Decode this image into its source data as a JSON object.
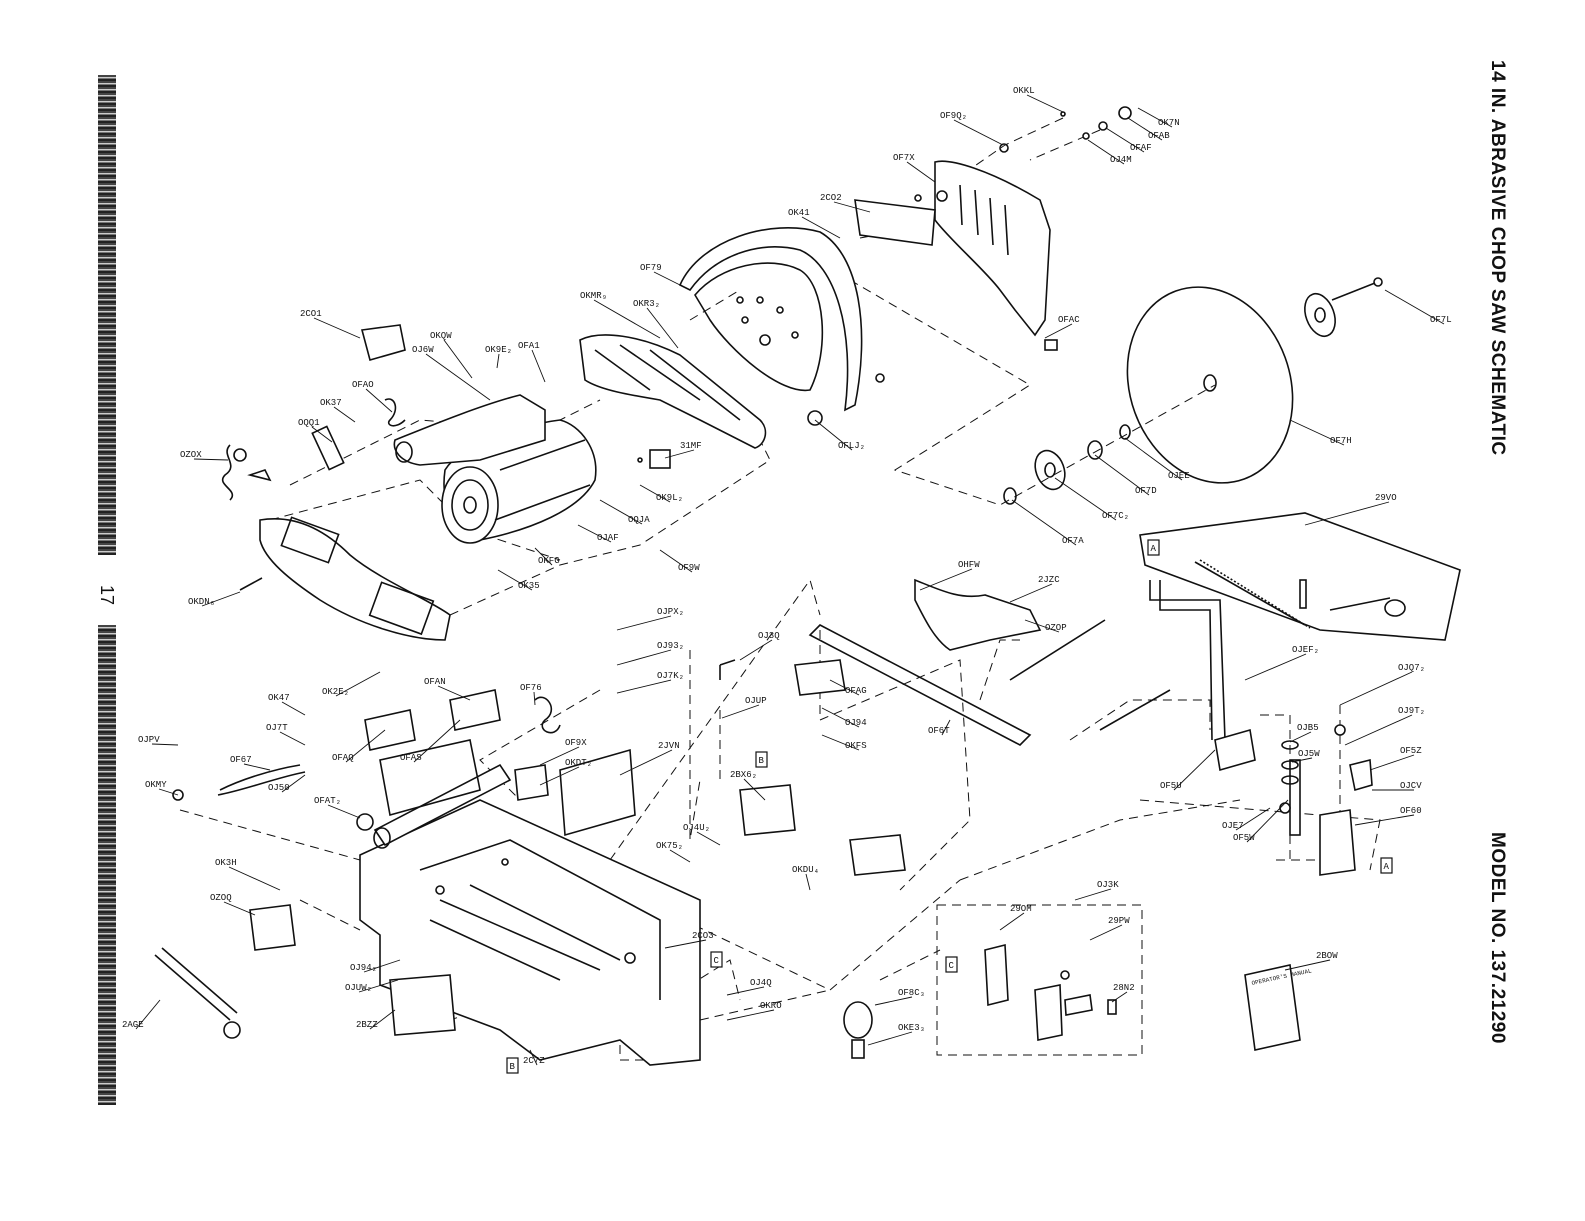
{
  "header": {
    "title": "14 IN. ABRASIVE CHOP SAW SCHEMATIC",
    "model": "MODEL NO. 137.21290"
  },
  "page_number": "17",
  "manual_text": "OPERATOR'S MANUAL",
  "labels": [
    {
      "id": "OKKL",
      "text": "OKKL"
    },
    {
      "id": "OK7N",
      "text": "OK7N"
    },
    {
      "id": "OF9Q",
      "text": "OF9Q₂"
    },
    {
      "id": "OFAB",
      "text": "OFAB"
    },
    {
      "id": "OFAF",
      "text": "OFAF"
    },
    {
      "id": "OJ4M",
      "text": "OJ4M"
    },
    {
      "id": "OF7X",
      "text": "OF7X"
    },
    {
      "id": "2CO2",
      "text": "2CO2"
    },
    {
      "id": "OK41",
      "text": "OK41"
    },
    {
      "id": "OF79",
      "text": "OF79"
    },
    {
      "id": "OKMR",
      "text": "OKMR₉"
    },
    {
      "id": "OKR3",
      "text": "OKR3₂"
    },
    {
      "id": "OFAC",
      "text": "OFAC"
    },
    {
      "id": "OF7L",
      "text": "OF7L"
    },
    {
      "id": "2CO1",
      "text": "2CO1"
    },
    {
      "id": "OKQW",
      "text": "OKQW"
    },
    {
      "id": "OJ6W",
      "text": "OJ6W"
    },
    {
      "id": "OK9E",
      "text": "OK9E₂"
    },
    {
      "id": "OFA1",
      "text": "OFA1"
    },
    {
      "id": "OFAO",
      "text": "OFAO"
    },
    {
      "id": "OK37",
      "text": "OK37"
    },
    {
      "id": "OQQ1",
      "text": "OQQ1"
    },
    {
      "id": "OZOX",
      "text": "OZOX"
    },
    {
      "id": "31MF",
      "text": "31MF"
    },
    {
      "id": "OFLJ",
      "text": "OFLJ₂"
    },
    {
      "id": "OF7H",
      "text": "OF7H"
    },
    {
      "id": "OJEE",
      "text": "OJEE"
    },
    {
      "id": "OF7D",
      "text": "OF7D"
    },
    {
      "id": "OF7C",
      "text": "OF7C₂"
    },
    {
      "id": "OF7A",
      "text": "OF7A"
    },
    {
      "id": "29VO",
      "text": "29VO"
    },
    {
      "id": "OK9L",
      "text": "OK9L₂"
    },
    {
      "id": "OQJA",
      "text": "OQJA"
    },
    {
      "id": "OJAF",
      "text": "OJAF"
    },
    {
      "id": "OKFG",
      "text": "OKFG"
    },
    {
      "id": "OF9W",
      "text": "OF9W"
    },
    {
      "id": "OK35",
      "text": "OK35"
    },
    {
      "id": "OKDN",
      "text": "OKDN₈"
    },
    {
      "id": "OHFW",
      "text": "OHFW"
    },
    {
      "id": "2JZC",
      "text": "2JZC"
    },
    {
      "id": "OZOP",
      "text": "OZOP"
    },
    {
      "id": "OJPX",
      "text": "OJPX₂"
    },
    {
      "id": "OJ93",
      "text": "OJ93₂"
    },
    {
      "id": "OJ7K",
      "text": "OJ7K₂"
    },
    {
      "id": "OJ3Q",
      "text": "OJ3Q"
    },
    {
      "id": "OJUP",
      "text": "OJUP"
    },
    {
      "id": "OFAG",
      "text": "OFAG"
    },
    {
      "id": "OJ94a",
      "text": "OJ94"
    },
    {
      "id": "OKFS",
      "text": "OKFS"
    },
    {
      "id": "OF6T",
      "text": "OF6T"
    },
    {
      "id": "OJEF",
      "text": "OJEF₂"
    },
    {
      "id": "OJQ7",
      "text": "OJQ7₂"
    },
    {
      "id": "OJ9T",
      "text": "OJ9T₂"
    },
    {
      "id": "OJB5",
      "text": "OJB5"
    },
    {
      "id": "OJ5W",
      "text": "OJ5W"
    },
    {
      "id": "OF5Z",
      "text": "OF5Z"
    },
    {
      "id": "OJCV",
      "text": "OJCV"
    },
    {
      "id": "OF60",
      "text": "OF60"
    },
    {
      "id": "OF5U",
      "text": "OF5U"
    },
    {
      "id": "OJE7",
      "text": "OJE7"
    },
    {
      "id": "OF5W",
      "text": "OF5W"
    },
    {
      "id": "OK47",
      "text": "OK47"
    },
    {
      "id": "OK2E",
      "text": "OK2E₂"
    },
    {
      "id": "OFAN",
      "text": "OFAN"
    },
    {
      "id": "OF76",
      "text": "OF76"
    },
    {
      "id": "OJ7T",
      "text": "OJ7T"
    },
    {
      "id": "OJPV",
      "text": "OJPV"
    },
    {
      "id": "OFAQ",
      "text": "OFAQ"
    },
    {
      "id": "OFAS",
      "text": "OFAS"
    },
    {
      "id": "OF67",
      "text": "OF67"
    },
    {
      "id": "OKMY",
      "text": "OKMY"
    },
    {
      "id": "OJ50",
      "text": "OJ50"
    },
    {
      "id": "OFAT",
      "text": "OFAT₂"
    },
    {
      "id": "OF9X",
      "text": "OF9X"
    },
    {
      "id": "OKDT",
      "text": "OKDT₂"
    },
    {
      "id": "2JVN",
      "text": "2JVN"
    },
    {
      "id": "2BX6",
      "text": "2BX6₂"
    },
    {
      "id": "OJ4U",
      "text": "OJ4U₂"
    },
    {
      "id": "OK75",
      "text": "OK75₂"
    },
    {
      "id": "OKDU",
      "text": "OKDU₄"
    },
    {
      "id": "OK3H",
      "text": "OK3H"
    },
    {
      "id": "OZOQ",
      "text": "OZOQ"
    },
    {
      "id": "2CO3",
      "text": "2CO3"
    },
    {
      "id": "OJ3K",
      "text": "OJ3K"
    },
    {
      "id": "29OM",
      "text": "29OM"
    },
    {
      "id": "29PW",
      "text": "29PW"
    },
    {
      "id": "28N2",
      "text": "28N2"
    },
    {
      "id": "OJ94b",
      "text": "OJ94₂"
    },
    {
      "id": "OJUW",
      "text": "OJUW₂"
    },
    {
      "id": "2BZZ",
      "text": "2BZZ"
    },
    {
      "id": "OJ4Q",
      "text": "OJ4Q"
    },
    {
      "id": "OKRO",
      "text": "OKRO"
    },
    {
      "id": "OF8C",
      "text": "OF8C₃"
    },
    {
      "id": "OKE3",
      "text": "OKE3₃"
    },
    {
      "id": "2C7Z",
      "text": "2C7Z"
    },
    {
      "id": "2AGE",
      "text": "2AGE"
    },
    {
      "id": "2BOW",
      "text": "2BOW"
    }
  ],
  "callouts": [
    {
      "id": "A1",
      "text": "A"
    },
    {
      "id": "A2",
      "text": "A"
    },
    {
      "id": "B1",
      "text": "B"
    },
    {
      "id": "B2",
      "text": "B"
    },
    {
      "id": "C1",
      "text": "C"
    },
    {
      "id": "C2",
      "text": "C"
    }
  ]
}
